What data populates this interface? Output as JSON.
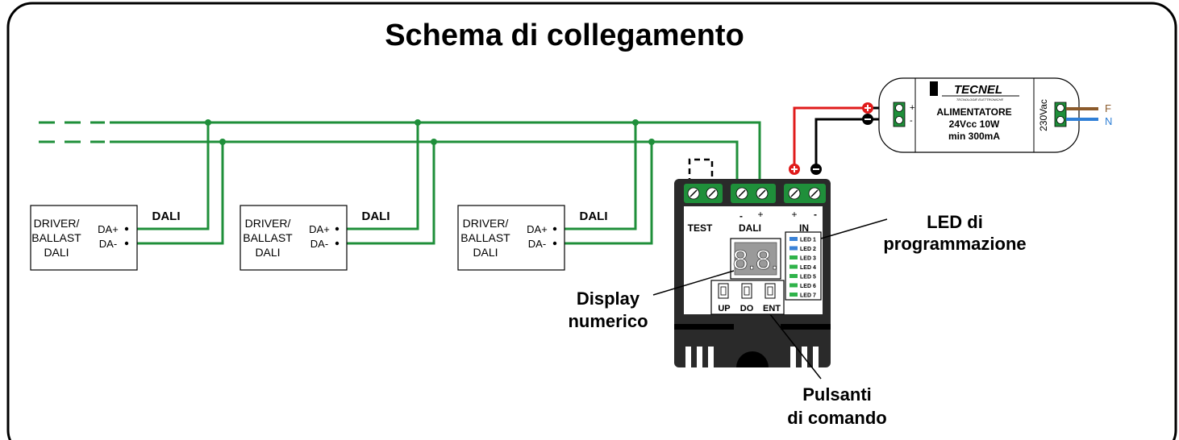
{
  "title": "Schema di collegamento",
  "colors": {
    "bus_wire": "#1f8f3a",
    "positive_wire": "#e01b1b",
    "negative_wire": "#000000",
    "phase_wire": "#8b5a2b",
    "neutral_wire": "#2f7fd6",
    "device_body": "#2a2a2a",
    "led_blue": "#3b82d6",
    "led_green": "#2fb34a",
    "terminal_green": "#1f8f3a",
    "plus_marker": "#e01b1b",
    "minus_marker": "#000000"
  },
  "drivers": [
    {
      "line1": "DRIVER/",
      "line2": "BALLAST",
      "line3": "DALI",
      "da_plus": "DA+",
      "da_minus": "DA-",
      "bus_label": "DALI"
    },
    {
      "line1": "DRIVER/",
      "line2": "BALLAST",
      "line3": "DALI",
      "da_plus": "DA+",
      "da_minus": "DA-",
      "bus_label": "DALI"
    },
    {
      "line1": "DRIVER/",
      "line2": "BALLAST",
      "line3": "DALI",
      "da_plus": "DA+",
      "da_minus": "DA-",
      "bus_label": "DALI"
    }
  ],
  "controller": {
    "test_label": "TEST",
    "dali_label": "DALI",
    "dali_minus": "-",
    "dali_plus": "+",
    "in_label": "IN",
    "in_plus": "+",
    "in_minus": "-",
    "display_value": "8.8.",
    "buttons": [
      "UP",
      "DO",
      "ENT"
    ],
    "leds": [
      "LED 1",
      "LED 2",
      "LED 3",
      "LED 4",
      "LED 5",
      "LED 6",
      "LED 7"
    ],
    "led_colors": [
      "blue",
      "blue",
      "green",
      "green",
      "green",
      "green",
      "green"
    ]
  },
  "power_supply": {
    "brand": "TECNEL",
    "tagline": "TECNOLOGIE ELETTRONICHE",
    "name": "ALIMENTATORE",
    "spec1": "24Vcc 10W",
    "spec2": "min 300mA",
    "input": "230Vac",
    "out_plus": "+",
    "out_minus": "-",
    "phase": "F",
    "neutral": "N"
  },
  "callouts": {
    "led_line1": "LED di",
    "led_line2": "programmazione",
    "display_line1": "Display",
    "display_line2": "numerico",
    "buttons_line1": "Pulsanti",
    "buttons_line2": "di comando"
  }
}
